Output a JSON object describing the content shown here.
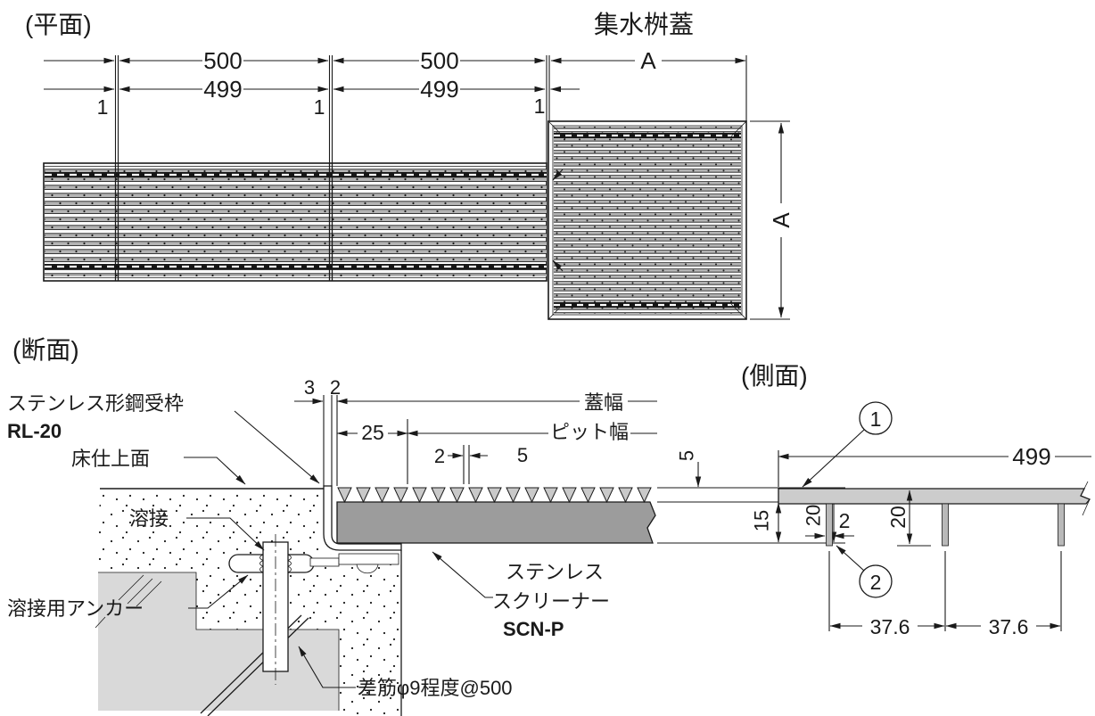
{
  "plan": {
    "title": "(平面)",
    "basin_label": "集水桝蓋",
    "d_pitch1": "500",
    "d_pitch2": "500",
    "d_panel1": "499",
    "d_panel2": "499",
    "gap1": "1",
    "gap2": "1",
    "gap3": "1",
    "width_a": "A",
    "height_a": "A"
  },
  "section": {
    "title": "(断面)",
    "frame_label": "ステンレス形鋼受枠",
    "frame_model": "RL-20",
    "floor_label": "床仕上面",
    "weld_label": "溶接",
    "anchor_label": "溶接用アンカー",
    "dowel_label": "差筋φ9程度@500",
    "screener_line1": "ステンレス",
    "screener_line2": "スクリーナー",
    "screener_model": "SCN-P",
    "cover_width_label": "蓋幅",
    "pit_width_label": "ピット幅",
    "d3": "3",
    "d2": "2",
    "d25": "25",
    "tooth_gap": "2",
    "tooth_top": "5",
    "h5": "5",
    "h15": "15",
    "h20": "20"
  },
  "side": {
    "title": "(側面)",
    "length": "499",
    "leg_thickness": "2",
    "height": "20",
    "spacing1": "37.6",
    "spacing2": "37.6",
    "callout1": "1",
    "callout2": "2"
  },
  "colors": {
    "line": "#1a1a1a",
    "bar": "#b4b4b4",
    "screener": "#9c9c9c",
    "teeth": "#c9c9c9",
    "concrete_old": "#d9d9d9",
    "plate": "#cccccc",
    "leg": "#b9b9b9"
  }
}
